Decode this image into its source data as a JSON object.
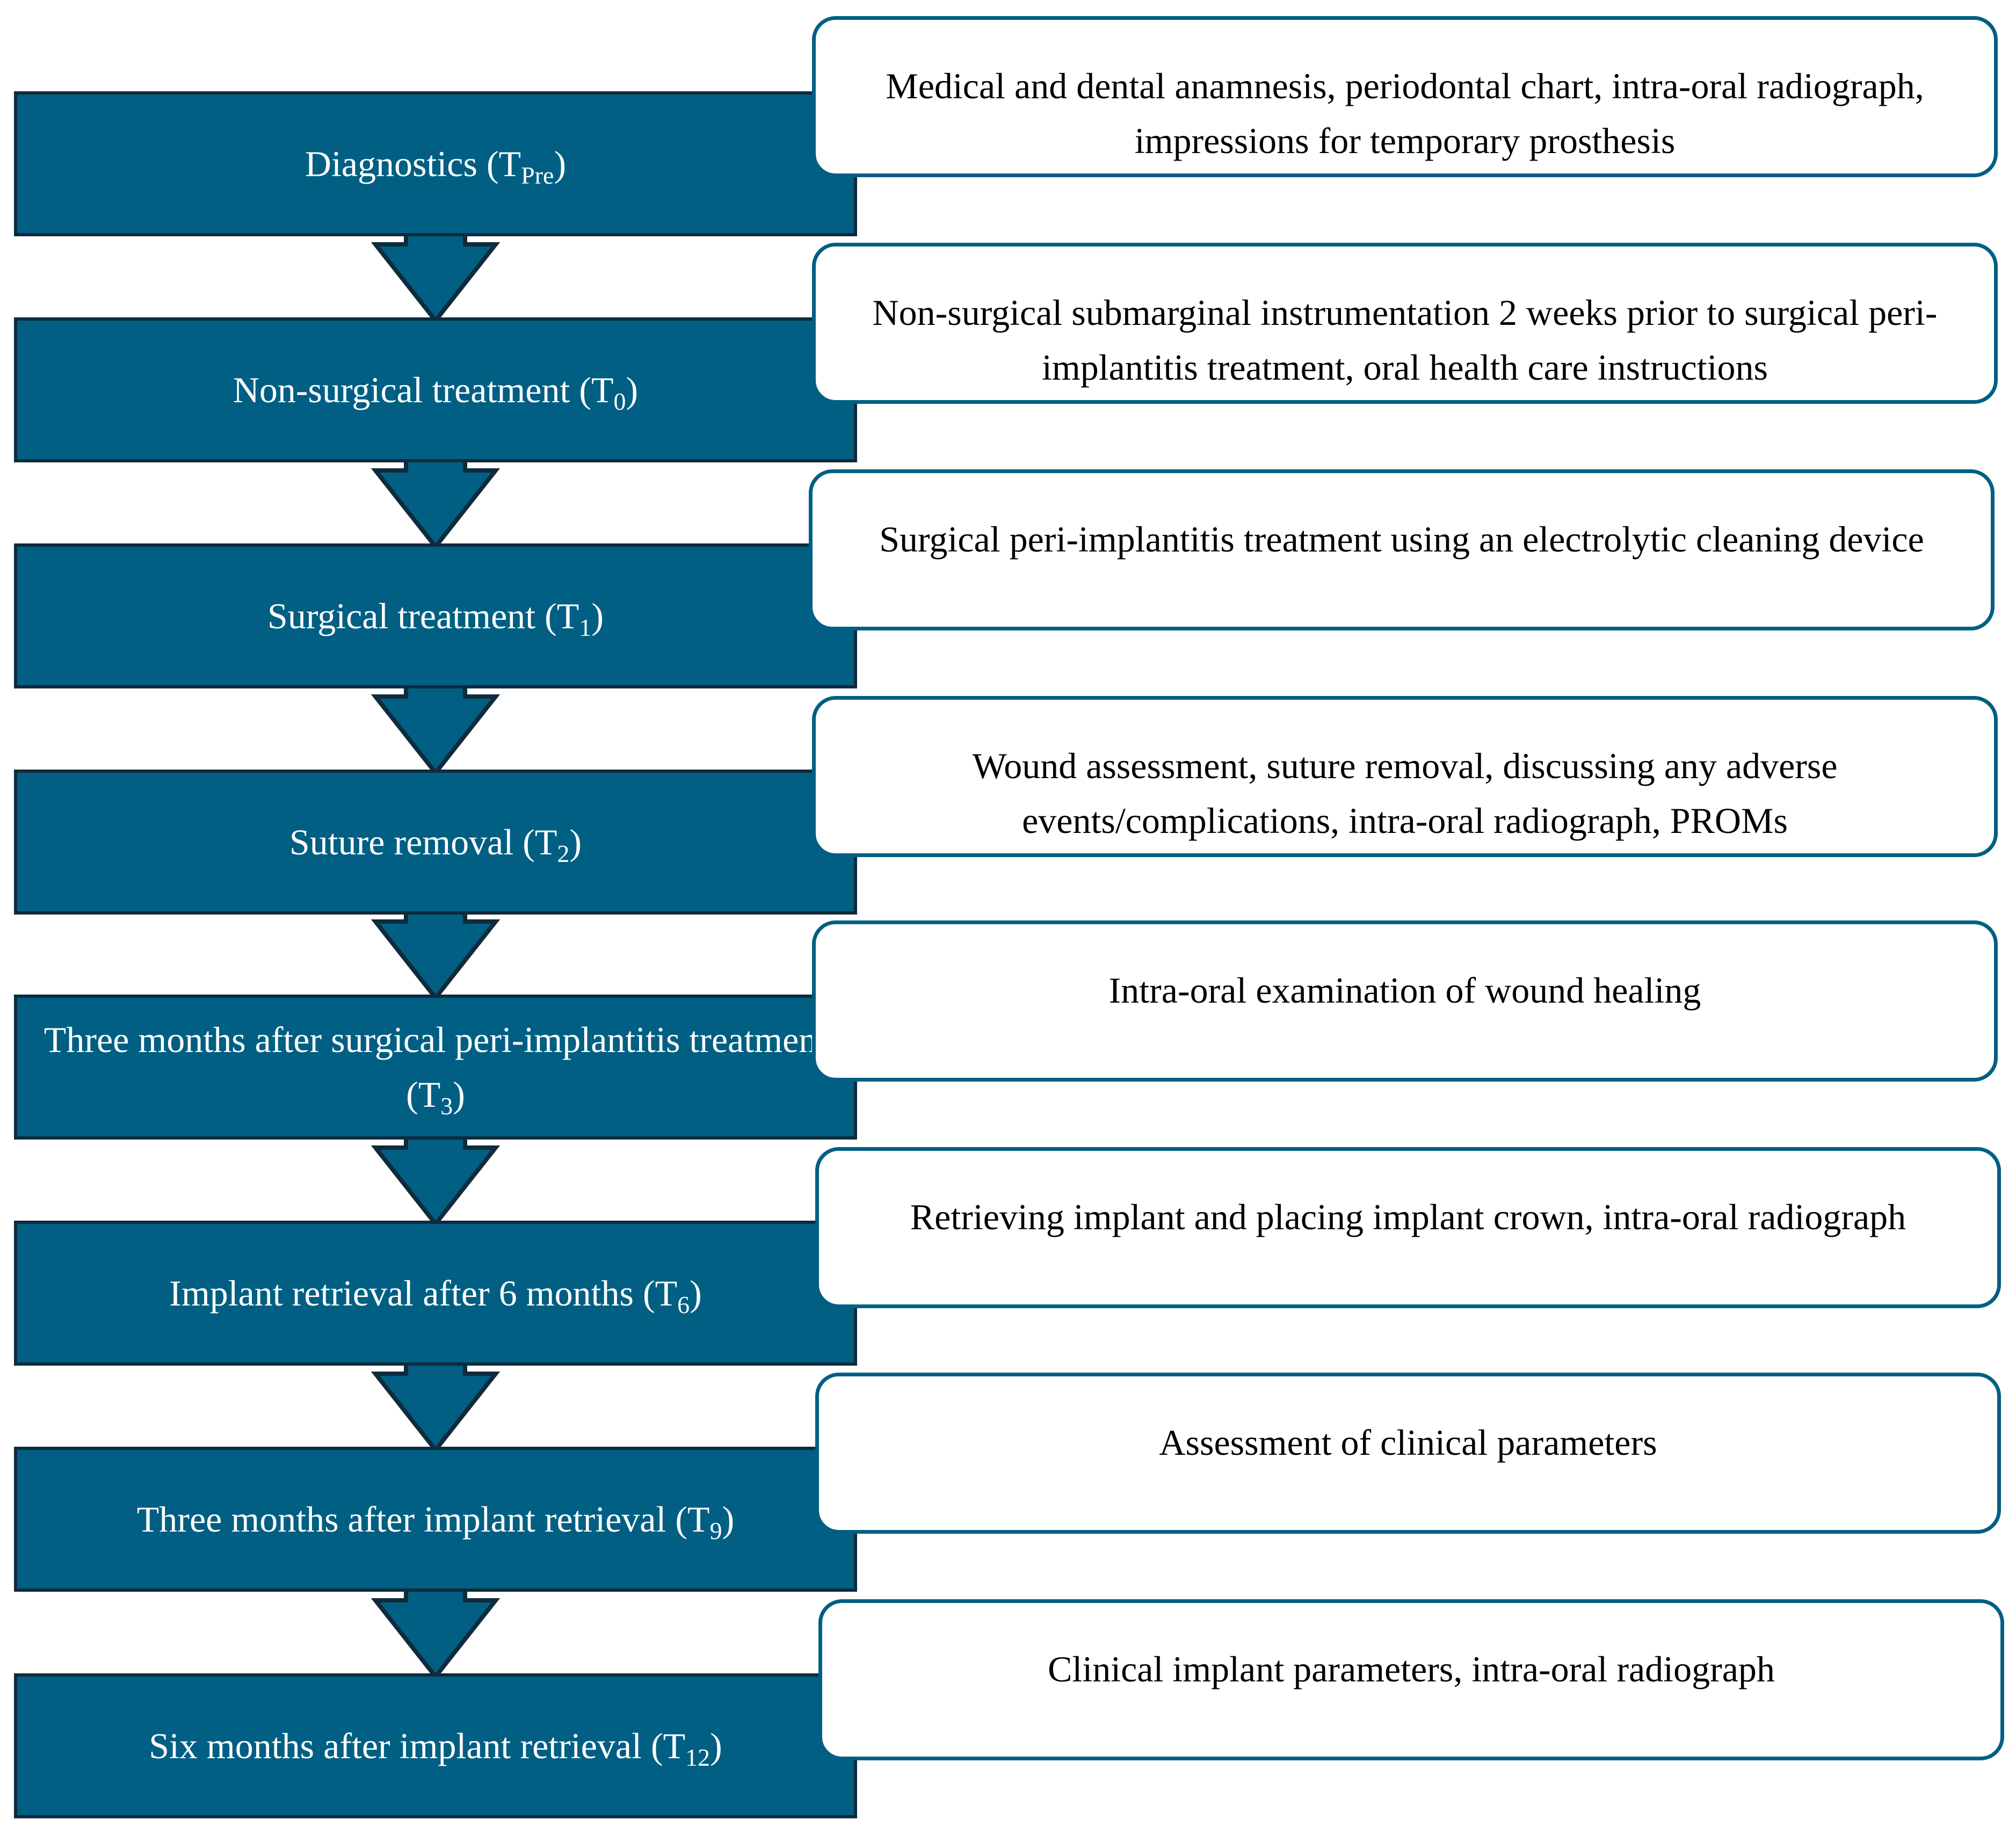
{
  "steps": [
    {
      "label": "Diagnostics (T",
      "sub": "Pre",
      "close": ")",
      "note": "Medical and dental anamnesis, periodontal chart, intra-oral radiograph, impressions for temporary prosthesis"
    },
    {
      "label": "Non-surgical treatment (T",
      "sub": "0",
      "close": ")",
      "note": "Non-surgical submarginal instrumentation 2 weeks prior to surgical peri-implantitis treatment, oral health care instructions"
    },
    {
      "label": "Surgical treatment (T",
      "sub": "1",
      "close": ")",
      "note": "Surgical peri-implantitis treatment using an electrolytic cleaning device"
    },
    {
      "label": "Suture removal (T",
      "sub": "2",
      "close": ")",
      "note": "Wound assessment, suture removal, discussing any adverse events/complications, intra-oral radiograph, PROMs"
    },
    {
      "label": "Three months after surgical peri-implantitis treatment (T",
      "sub": "3",
      "close": ")",
      "note": "Intra-oral examination of wound healing"
    },
    {
      "label": "Implant retrieval after 6 months (T",
      "sub": "6",
      "close": ")",
      "note": "Retrieving implant and placing implant crown, intra-oral radiograph"
    },
    {
      "label": "Three months after implant retrieval (T",
      "sub": "9",
      "close": ")",
      "note": "Assessment of clinical parameters"
    },
    {
      "label": "Six months after implant retrieval (T",
      "sub": "12",
      "close": ")",
      "note": "Clinical implant parameters, intra-oral radiograph"
    }
  ],
  "colors": {
    "step_fill": "#005f83",
    "step_border": "#0f2b3c",
    "note_border": "#005f83",
    "arrow_fill": "#005f83",
    "arrow_border": "#0f2b3c"
  }
}
